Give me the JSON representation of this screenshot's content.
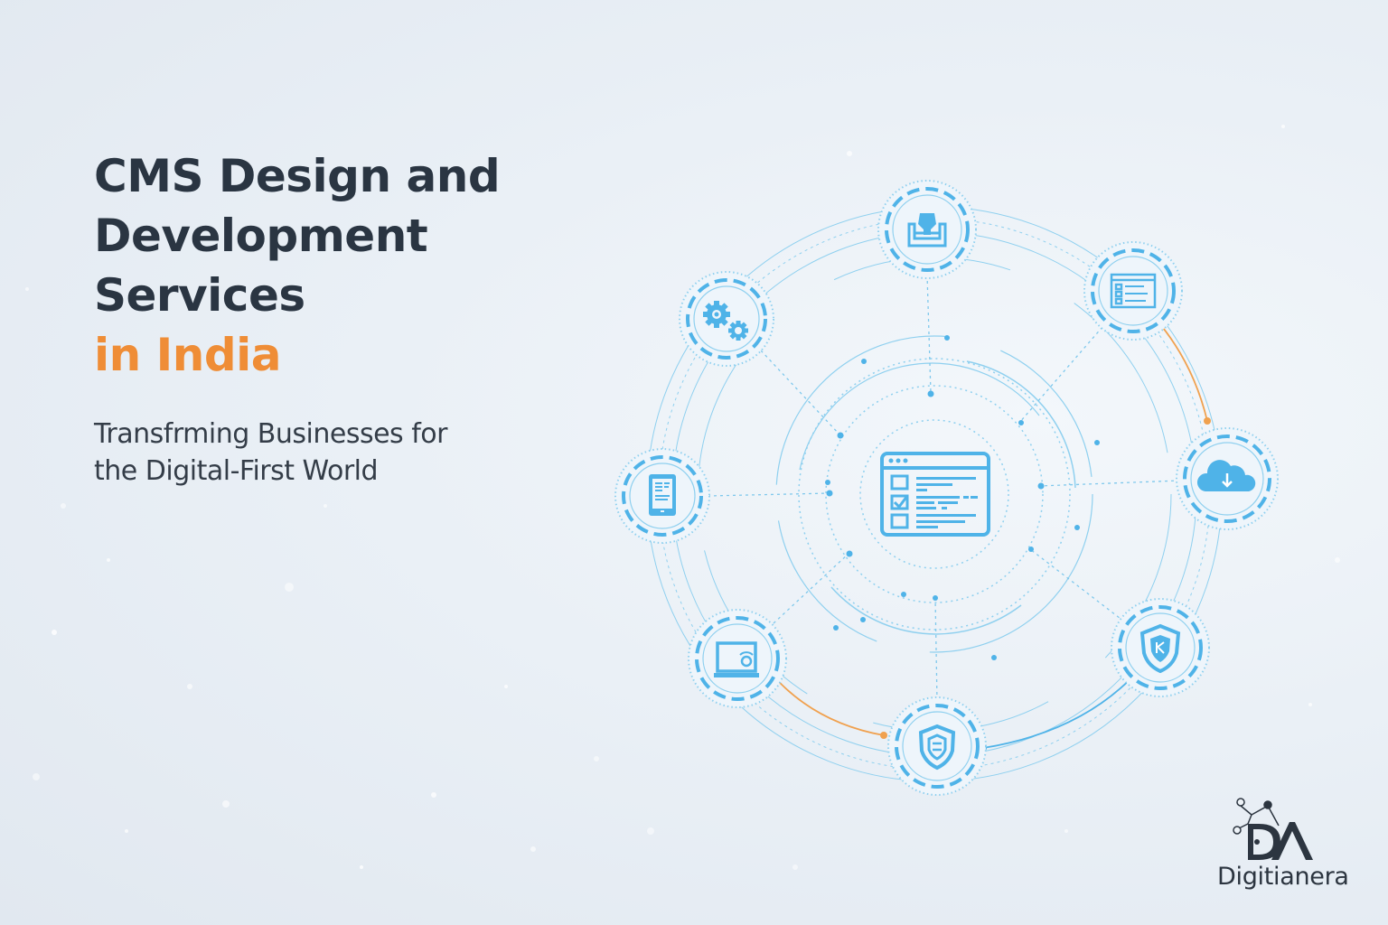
{
  "headline": {
    "lines": [
      "CMS Design and",
      "Development",
      "Services"
    ],
    "accent_line": "in India"
  },
  "tagline": {
    "lines": [
      "Transfrming Businesses for",
      "the Digital-First World"
    ]
  },
  "diagram": {
    "center": {
      "label": "cms-dashboard-icon"
    },
    "nodes": [
      {
        "name": "design-tool-icon"
      },
      {
        "name": "browser-document-icon"
      },
      {
        "name": "cloud-download-icon"
      },
      {
        "name": "shield-check-icon"
      },
      {
        "name": "shield-icon"
      },
      {
        "name": "laptop-icon"
      },
      {
        "name": "tablet-icon"
      },
      {
        "name": "gears-icon"
      }
    ]
  },
  "brand": {
    "logo_mark": "DA",
    "name": "Digitianera"
  },
  "colors": {
    "heading": "#2a3542",
    "accent": "#ef8d36",
    "icon_blue": "#4fb3e8",
    "line_blue": "#8fd0ef",
    "background": "#eaf0f6"
  }
}
